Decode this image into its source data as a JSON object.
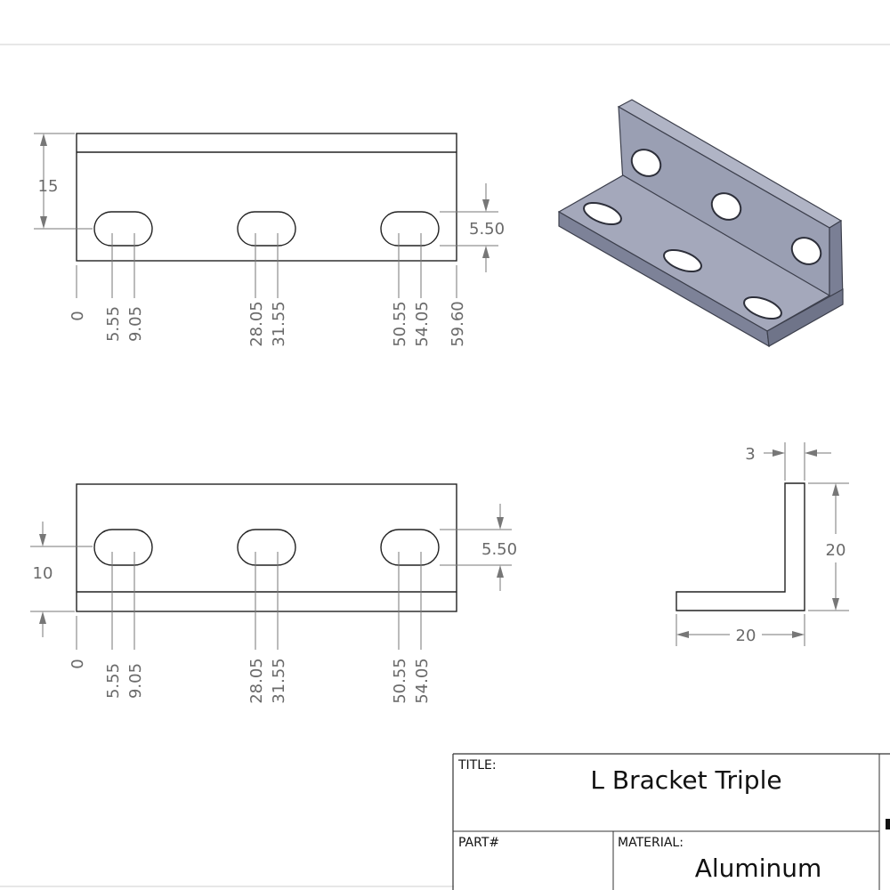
{
  "front_view": {
    "height_dim": "15",
    "slot_dim": "5.50",
    "ordinates": [
      "0",
      "5.55",
      "9.05",
      "28.05",
      "31.55",
      "50.55",
      "54.05",
      "59.60"
    ]
  },
  "bottom_view": {
    "height_dim": "10",
    "slot_dim": "5.50",
    "ordinates": [
      "0",
      "5.55",
      "9.05",
      "28.05",
      "31.55",
      "50.55",
      "54.05"
    ]
  },
  "side_view": {
    "thickness_dim": "3",
    "height_dim": "20",
    "width_dim": "20"
  },
  "title_block": {
    "title_label": "TITLE:",
    "title_value": "L Bracket Triple",
    "part_label": "PART#",
    "material_label": "MATERIAL:",
    "material_value": "Aluminum"
  },
  "colors": {
    "part_face_top": "#a4a8bb",
    "part_face_front": "#8e93a8",
    "part_face_side": "#7a7f95"
  }
}
